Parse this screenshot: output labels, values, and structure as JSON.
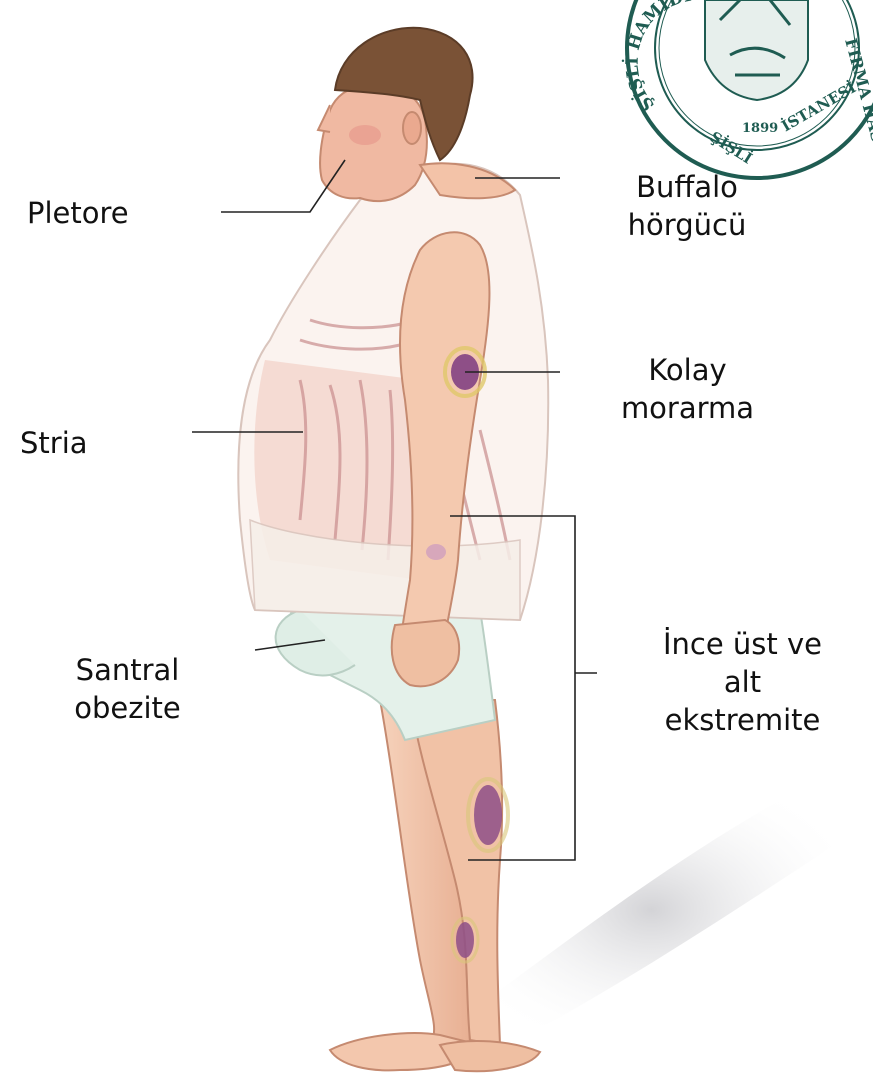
{
  "labels": {
    "pletore": "Pletore",
    "buffalo_line1": "Buffalo",
    "buffalo_line2": "hörgücü",
    "kolay_line1": "Kolay",
    "kolay_line2": "morarma",
    "stria": "Stria",
    "santral_line1": "Santral",
    "santral_line2": "obezite",
    "ince_line1": "İnce üst ve",
    "ince_line2": "alt",
    "ince_line3": "ekstremite"
  },
  "seal": {
    "arc_left": "ŞİŞLİ HAMİDİYE E",
    "arc_right": "FIRMA HASTANESİ",
    "year": "1899",
    "color": "#1f5c52"
  },
  "colors": {
    "skin": "#f2c4a6",
    "skin_shadow": "#d99c80",
    "hair": "#7a5236",
    "shirt": "#fbf3ef",
    "shorts": "#e4f1ea",
    "bruise": "#8e4f87",
    "leader_line": "#222222"
  }
}
